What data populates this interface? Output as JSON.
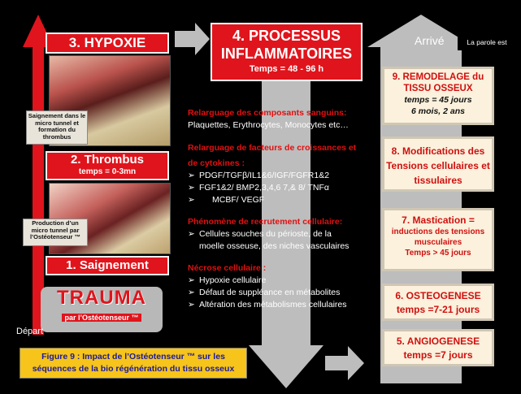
{
  "colors": {
    "red": "#e0141c",
    "grey_arrow": "#bdbdbd",
    "cream": "#fbf1dc",
    "caption_bg": "#f6c41a"
  },
  "left_column": {
    "hypoxie": "3. HYPOXIE",
    "thrombus_title": "2. Thrombus",
    "thrombus_time": "temps = 0-3mn",
    "saignement": "1. Saignement",
    "pastille_saignement": "Saignement dans le micro tunnel et formation du thrombus",
    "pastille_production": "Production d’un micro tunnel par l’Ostéotenseur ™",
    "trauma": "TRAUMA",
    "trauma_sub": "par l’Ostéotenseur ™",
    "depart": "Départ"
  },
  "center": {
    "title_line1": "4. PROCESSUS",
    "title_line2": "INFLAMMATOIRES",
    "time": "Temps = 48 - 96 h",
    "s1_title": "Relarguage des composants sanguins:",
    "s1_text": "Plaquettes, Erythrocytes, Monocytes etc…",
    "s2_title_l1": "Relarguage de facteurs de croissances et",
    "s2_title_l2": "de cytokines :",
    "s2_items": [
      "PDGF/TGFβ/IL1&6/IGF/FGFR1&2",
      "FGF1&2/ BMP2,3,4,6 7,& 8/ TNFα",
      "MCBF/ VEGF"
    ],
    "s3_title": "Phénomène de recrutement cellulaire:",
    "s3_items": [
      "Cellules souches du périoste, de la",
      "moelle osseuse, des niches vasculaires"
    ],
    "s4_title": "Nécrose cellulaire :",
    "s4_items": [
      "Hypoxie cellulaire",
      "Défaut de suppléance en métabolites",
      "Altération des métabolismes cellulaires"
    ]
  },
  "right_column": {
    "arrivee": "Arrivé",
    "la_parole": "La parole est",
    "b9_title": "9. REMODELAGE du TISSU OSSEUX",
    "b9_sub1": "temps = 45 jours",
    "b9_sub2": "6 mois, 2 ans",
    "b8_title": "8. Modifications des Tensions cellulaires et tissulaires",
    "b7_title": "7. Mastication =",
    "b7_text": "inductions des tensions musculaires",
    "b7_time": "Temps > 45 jours",
    "b6_title": "6. OSTEOGENESE",
    "b6_time": "temps =7-21 jours",
    "b5_title": "5. ANGIOGENESE",
    "b5_time": "temps =7 jours"
  },
  "caption": {
    "line1": "Figure 9 : Impact de l’Ostéotenseur ™ sur les",
    "line2": "séquences de la bio régénération du tissu osseux"
  }
}
